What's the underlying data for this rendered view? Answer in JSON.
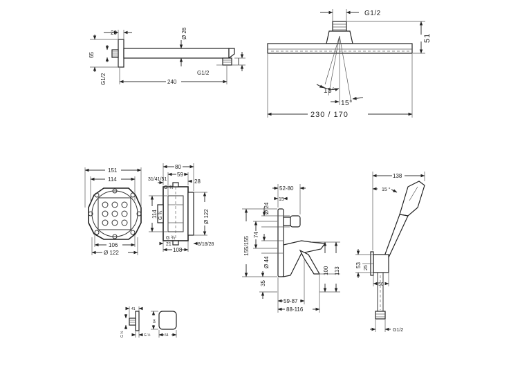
{
  "shower_arm": {
    "flange_width": "20",
    "height": "65",
    "diameter": "Ø 26",
    "thread_left": "G1/2",
    "thread_right": "G1/2",
    "length": "240"
  },
  "overhead_shower": {
    "thread": "G1/2",
    "height": "51",
    "angle_a": "15°",
    "angle_b": "15°",
    "width": "230 / 170"
  },
  "ibox_front": {
    "outer": "151",
    "inner": "114",
    "bottom": "106",
    "diameter": "Ø 122"
  },
  "ibox_side": {
    "top": "80",
    "sub_top": "59",
    "depth_range": "31/41/51",
    "right_top": "28",
    "thread_top": "G ¾",
    "thread_mid": "G ¾",
    "thread_bottom": "G ¾",
    "height": "114",
    "diameter": "Ø 122",
    "bottom_small": "21",
    "bottom": "108",
    "right_bottom": "8/18/28"
  },
  "mixer": {
    "top": "52-80",
    "small": "15",
    "diameter_top": "Ø 24",
    "left_total": "155/155",
    "left_mid": "74",
    "diameter_mid": "Ø 44",
    "left_bottom": "35",
    "right_inner": "100",
    "right_outer": "113",
    "bottom_inner": "59-87",
    "bottom_outer": "88-116"
  },
  "hand_shower": {
    "width": "138",
    "angle": "15 °",
    "height_a": "53",
    "height_b": "25",
    "bracket": "50",
    "thread": "G1/2"
  },
  "outlet": {
    "top": "41",
    "thread_side": "G ½",
    "bottom_a": "G ½",
    "bottom_b": "64",
    "right": "64"
  }
}
